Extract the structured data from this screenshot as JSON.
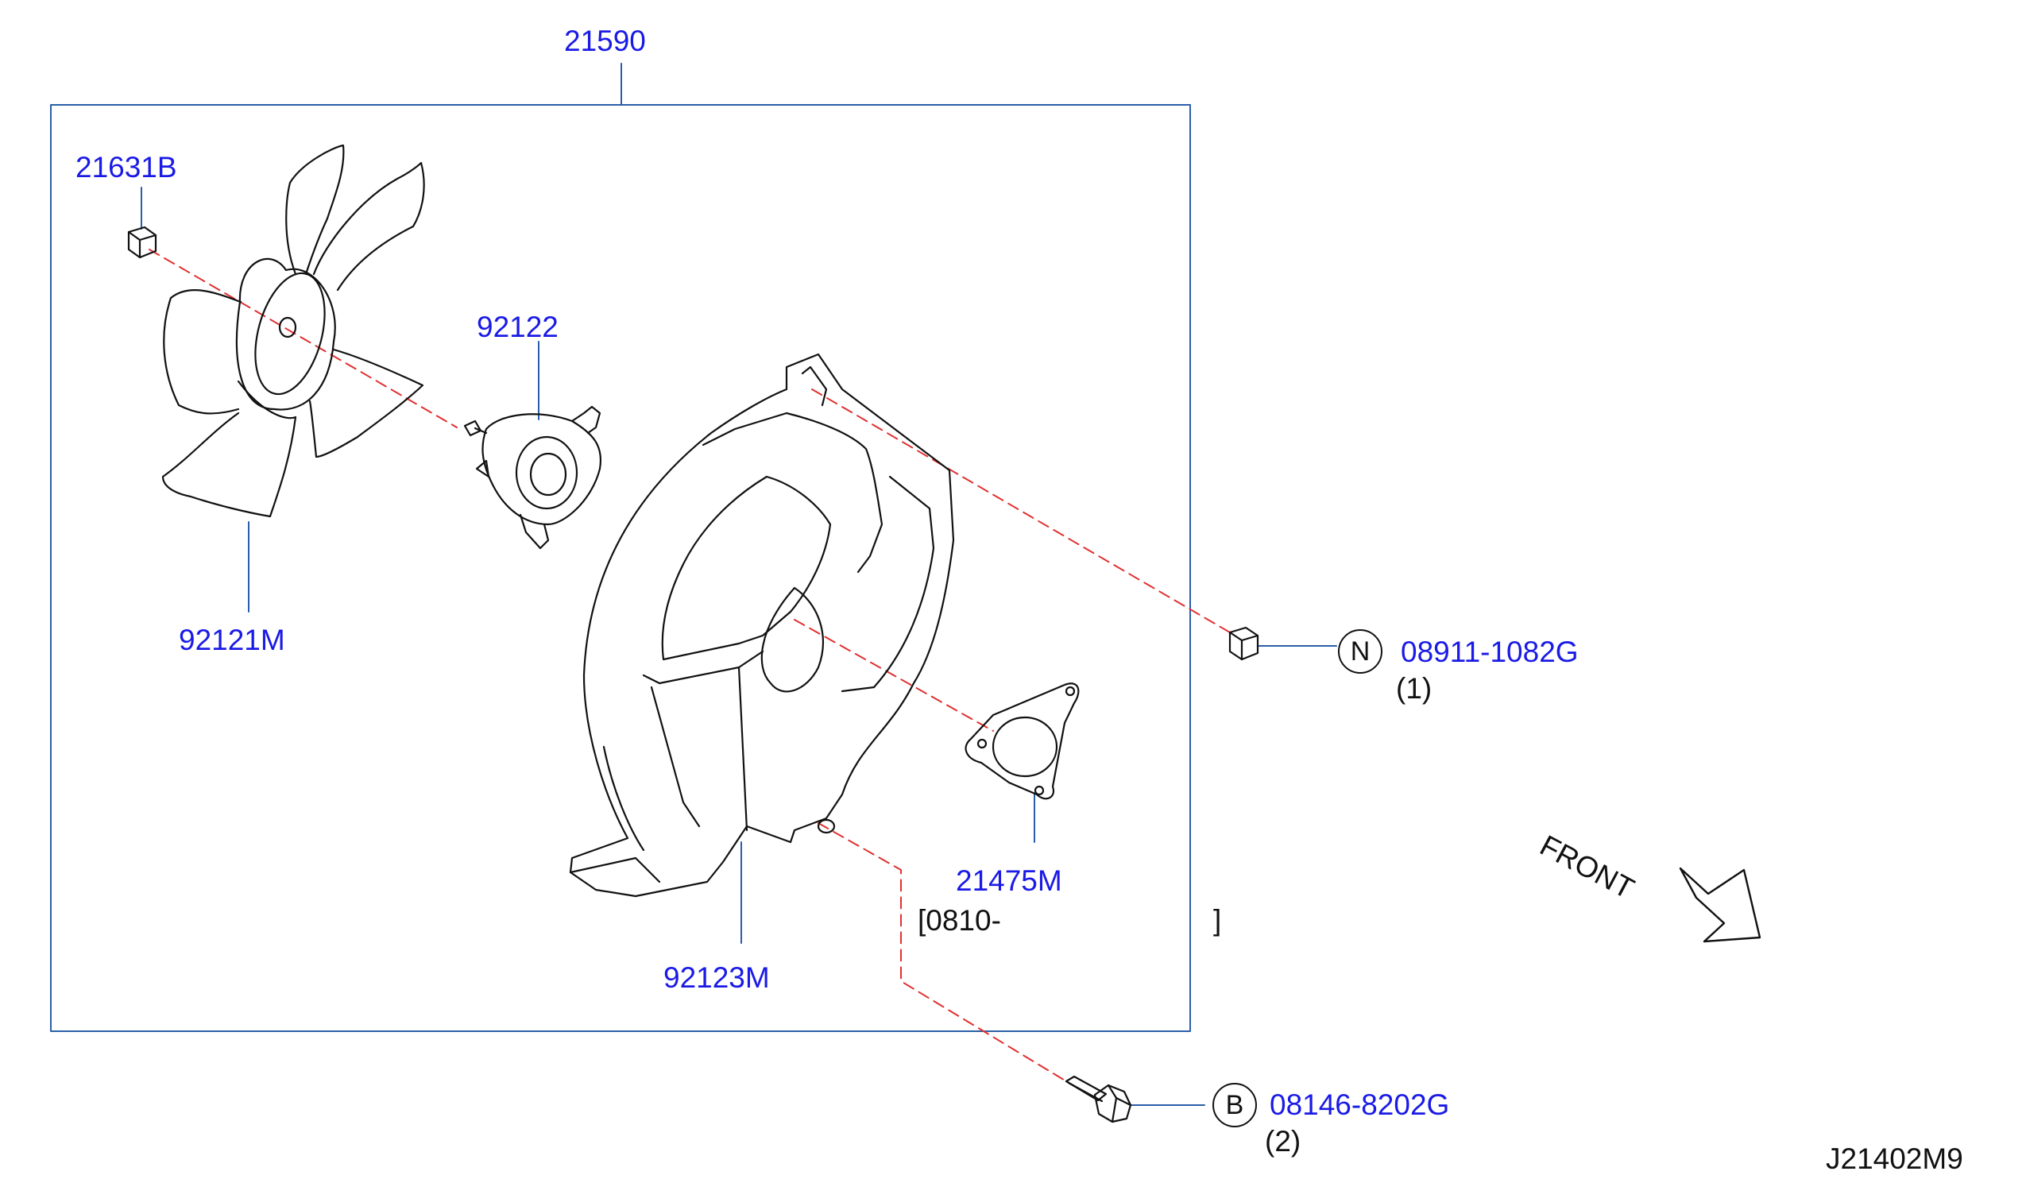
{
  "parts": {
    "assembly": "21590",
    "nut": "21631B",
    "fan": "92121M",
    "motor": "92122",
    "shroud": "92123M",
    "gasket": "21475M",
    "nut_std": "08911-1082G",
    "nut_qty": "(1)",
    "nut_symbol": "N",
    "bolt_std": "08146-8202G",
    "bolt_qty": "(2)",
    "bolt_symbol": "B"
  },
  "date_range_open": "[0810-",
  "date_range_close": "]",
  "direction_label": "FRONT",
  "diagram_code": "J21402M9",
  "colors": {
    "part_number": "#1a1ae6",
    "frame": "#2b5ea8",
    "leader": "#2b5ea8",
    "centerline": "#e03030",
    "outline": "#111111"
  }
}
